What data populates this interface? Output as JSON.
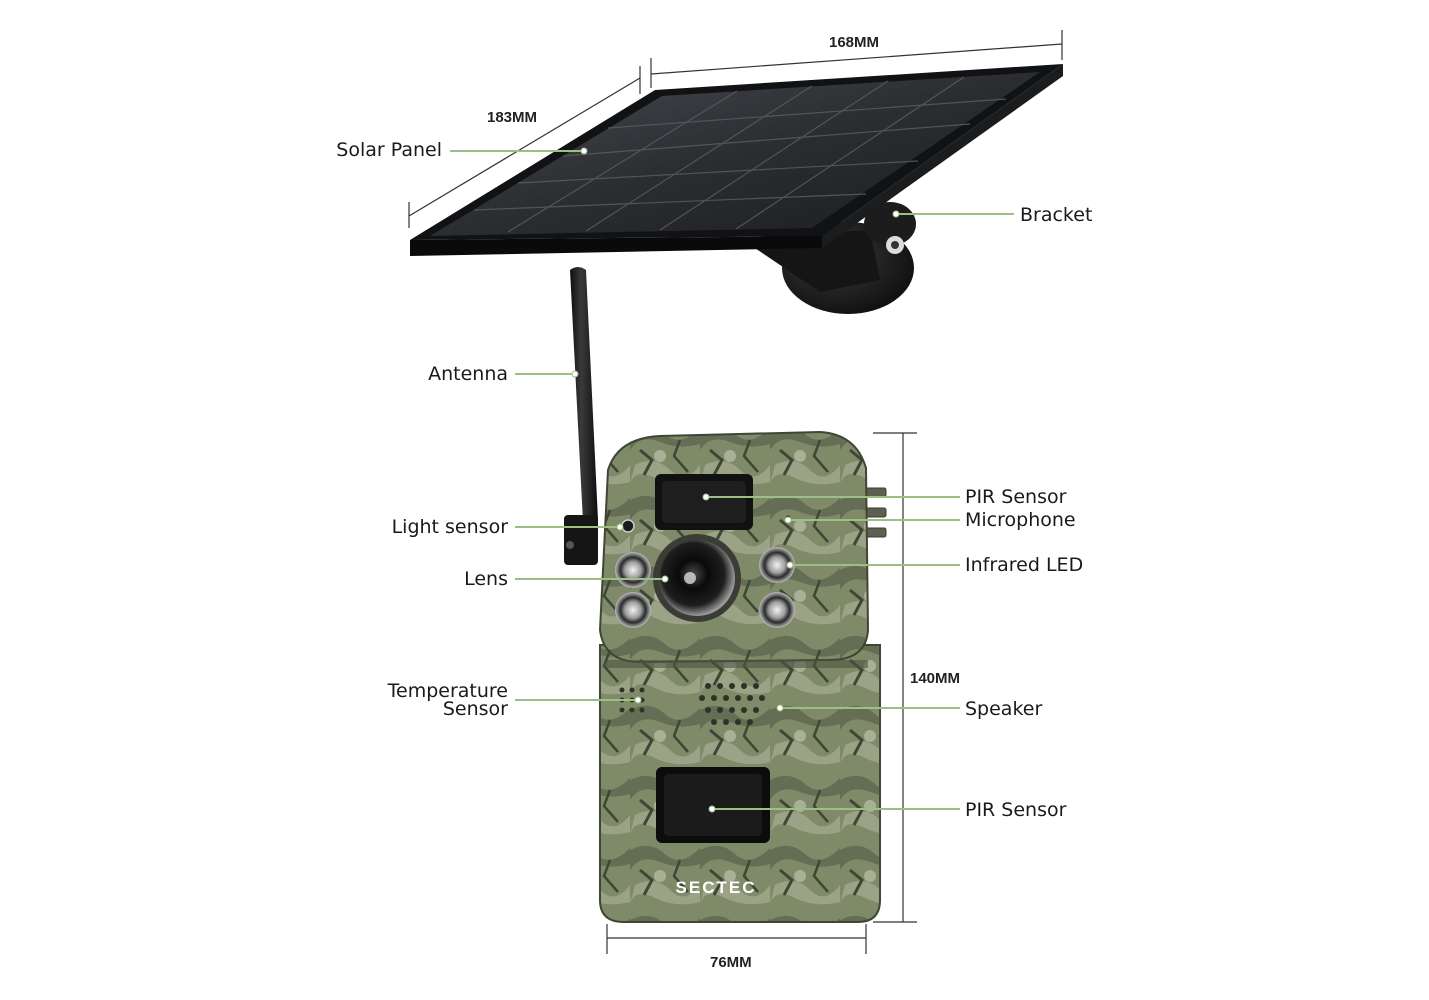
{
  "labels": {
    "solar_panel": "Solar Panel",
    "bracket": "Bracket",
    "antenna": "Antenna",
    "light_sensor": "Light sensor",
    "lens": "Lens",
    "temperature_sensor_line1": "Temperature",
    "temperature_sensor_line2": "Sensor",
    "pir_sensor_top": "PIR Sensor",
    "microphone": "Microphone",
    "infrared_led": "Infrared LED",
    "speaker": "Speaker",
    "pir_sensor_bottom": "PIR Sensor"
  },
  "dimensions": {
    "panel_width": "168MM",
    "panel_depth": "183MM",
    "camera_height": "140MM",
    "camera_width": "76MM"
  },
  "brand": {
    "logo_text": "SECTEC"
  },
  "colors": {
    "leader_line": "#9cbf86",
    "leader_dot": "#ffffff",
    "camo_base": "#7d8a66",
    "panel_dark": "#1e1f21"
  }
}
